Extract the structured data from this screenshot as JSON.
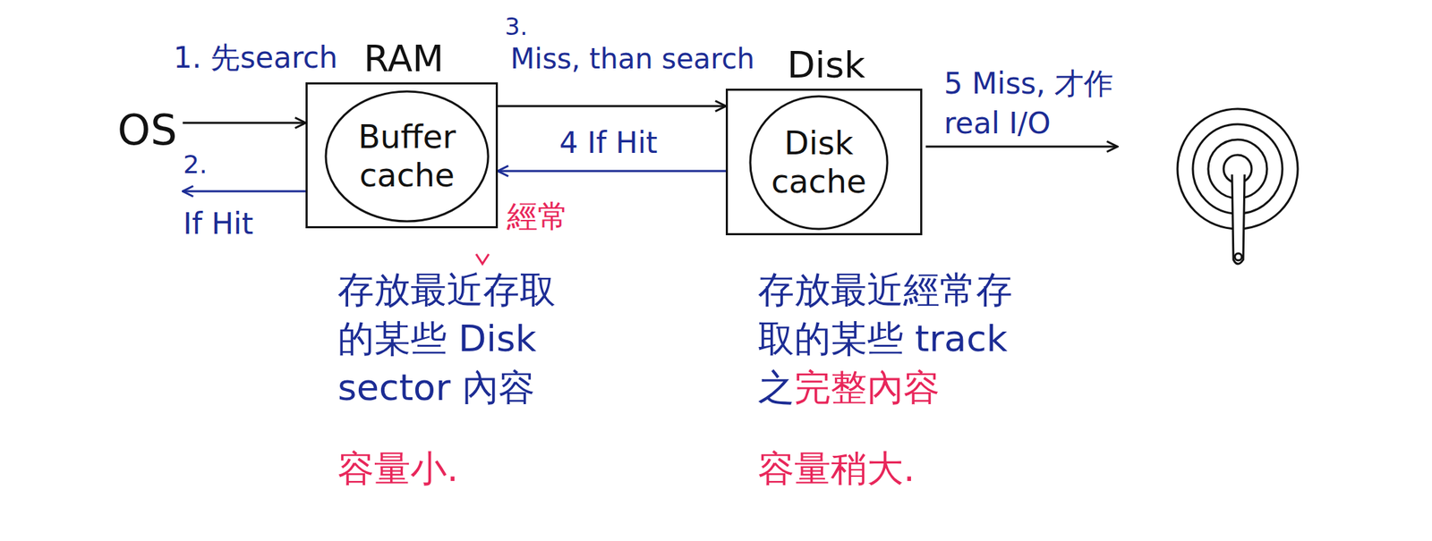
{
  "diagram": {
    "nodes": [
      {
        "text": [
          "OS"
        ]
      },
      {
        "text": [
          "RAM"
        ]
      },
      {
        "text": [
          "Buffer cache"
        ],
        "in": 1
      },
      {
        "text": [
          "Disk"
        ]
      },
      {
        "text": [
          "Disk cache"
        ],
        "in": 3
      }
    ],
    "edges": [
      {
        "from": 0,
        "to": 1,
        "arrow": "to",
        "label": "1. 先search"
      },
      {
        "from": 1,
        "to": 0,
        "arrow": "to",
        "label": "If Hit"
      },
      {
        "from": 1,
        "to": 3,
        "arrow": "to",
        "label": "Miss, than search"
      },
      {
        "from": 3,
        "to": 1,
        "arrow": "to",
        "label": "4 If Hit"
      }
    ],
    "labels": [
      "2.",
      "3.",
      "5 Miss, 才作 real I/O",
      "經常",
      "存放最近存取的某些 Disk sector 內容",
      "容量小.",
      "存放最近經常存取的某些 track 之",
      "完整內容",
      "容量稍大."
    ]
  }
}
